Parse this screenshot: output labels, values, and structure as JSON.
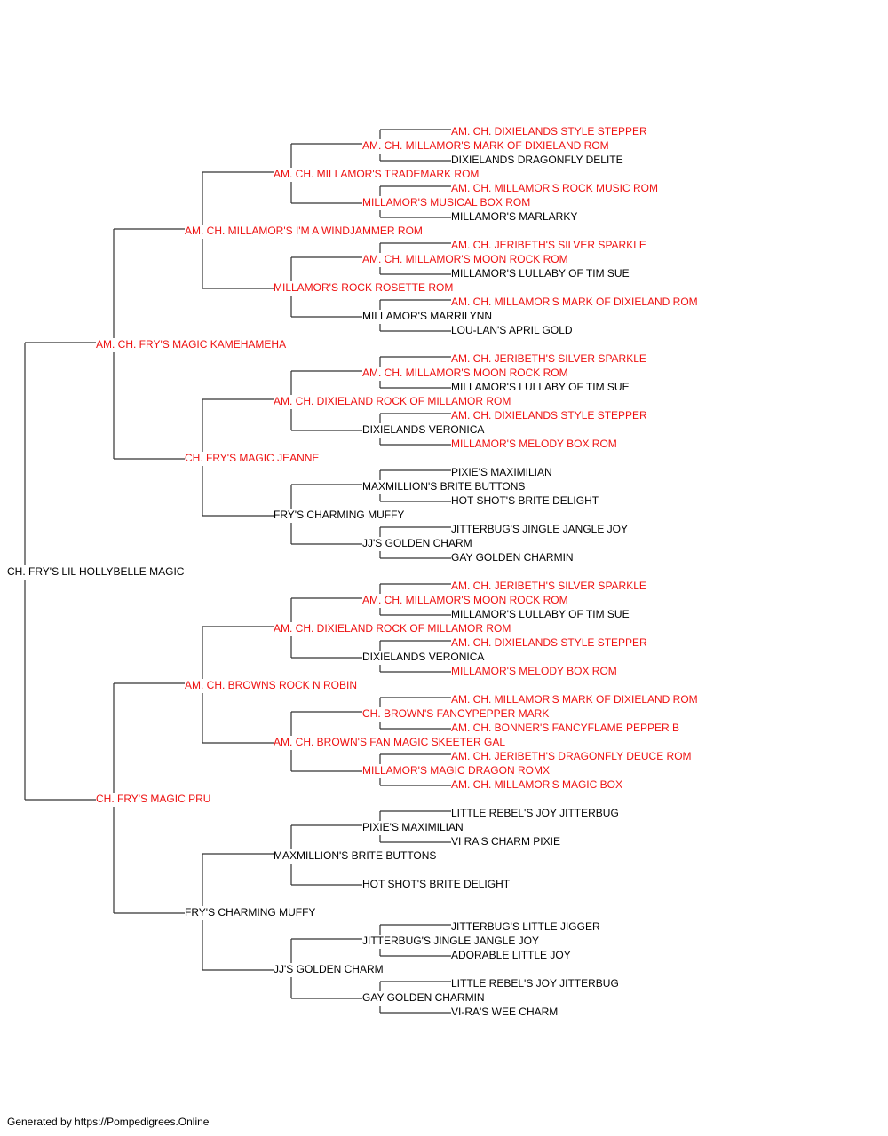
{
  "footer": "Generated by https://Pompedigrees.Online",
  "colors": {
    "champion": "#ee1111",
    "normal": "#000000",
    "line": "#333333"
  },
  "pedigree": {
    "name": "CH. FRY'S LIL HOLLYBELLE MAGIC",
    "champion": false,
    "sire": {
      "name": "AM. CH. FRY'S MAGIC KAMEHAMEHA",
      "champion": true,
      "sire": {
        "name": "AM. CH. MILLAMOR'S I'M A WINDJAMMER ROM",
        "champion": true,
        "sire": {
          "name": "AM. CH. MILLAMOR'S TRADEMARK ROM",
          "champion": true,
          "sire": {
            "name": "AM. CH. MILLAMOR'S MARK OF DIXIELAND ROM",
            "champion": true,
            "sire": {
              "name": "AM. CH. DIXIELANDS STYLE STEPPER",
              "champion": true
            },
            "dam": {
              "name": "DIXIELANDS DRAGONFLY DELITE",
              "champion": false
            }
          },
          "dam": {
            "name": "MILLAMOR'S MUSICAL BOX ROM",
            "champion": true,
            "sire": {
              "name": "AM. CH. MILLAMOR'S ROCK MUSIC ROM",
              "champion": true
            },
            "dam": {
              "name": "MILLAMOR'S MARLARKY",
              "champion": false
            }
          }
        },
        "dam": {
          "name": "MILLAMOR'S ROCK ROSETTE ROM",
          "champion": true,
          "sire": {
            "name": "AM. CH. MILLAMOR'S MOON ROCK ROM",
            "champion": true,
            "sire": {
              "name": "AM. CH. JERIBETH'S SILVER SPARKLE",
              "champion": true
            },
            "dam": {
              "name": "MILLAMOR'S LULLABY OF TIM SUE",
              "champion": false
            }
          },
          "dam": {
            "name": "MILLAMOR'S MARRILYNN",
            "champion": false,
            "sire": {
              "name": "AM. CH. MILLAMOR'S MARK OF DIXIELAND ROM",
              "champion": true
            },
            "dam": {
              "name": "LOU-LAN'S APRIL GOLD",
              "champion": false
            }
          }
        }
      },
      "dam": {
        "name": "CH. FRY'S MAGIC JEANNE",
        "champion": true,
        "sire": {
          "name": "AM. CH. DIXIELAND ROCK OF MILLAMOR ROM",
          "champion": true,
          "sire": {
            "name": "AM. CH. MILLAMOR'S MOON ROCK ROM",
            "champion": true,
            "sire": {
              "name": "AM. CH. JERIBETH'S SILVER SPARKLE",
              "champion": true
            },
            "dam": {
              "name": "MILLAMOR'S LULLABY OF TIM SUE",
              "champion": false
            }
          },
          "dam": {
            "name": "DIXIELANDS VERONICA",
            "champion": false,
            "sire": {
              "name": "AM. CH. DIXIELANDS STYLE STEPPER",
              "champion": true
            },
            "dam": {
              "name": "MILLAMOR'S MELODY BOX ROM",
              "champion": true
            }
          }
        },
        "dam": {
          "name": "FRY'S CHARMING MUFFY",
          "champion": false,
          "sire": {
            "name": "MAXMILLION'S BRITE BUTTONS",
            "champion": false,
            "sire": {
              "name": "PIXIE'S MAXIMILIAN",
              "champion": false
            },
            "dam": {
              "name": "HOT SHOT'S BRITE DELIGHT",
              "champion": false
            }
          },
          "dam": {
            "name": "JJ'S GOLDEN CHARM",
            "champion": false,
            "sire": {
              "name": "JITTERBUG'S JINGLE JANGLE JOY",
              "champion": false
            },
            "dam": {
              "name": "GAY GOLDEN CHARMIN",
              "champion": false
            }
          }
        }
      }
    },
    "dam": {
      "name": "CH. FRY'S MAGIC PRU",
      "champion": true,
      "sire": {
        "name": "AM. CH. BROWNS ROCK N ROBIN",
        "champion": true,
        "sire": {
          "name": "AM. CH. DIXIELAND ROCK OF MILLAMOR ROM",
          "champion": true,
          "sire": {
            "name": "AM. CH. MILLAMOR'S MOON ROCK ROM",
            "champion": true,
            "sire": {
              "name": "AM. CH. JERIBETH'S SILVER SPARKLE",
              "champion": true
            },
            "dam": {
              "name": "MILLAMOR'S LULLABY OF TIM SUE",
              "champion": false
            }
          },
          "dam": {
            "name": "DIXIELANDS VERONICA",
            "champion": false,
            "sire": {
              "name": "AM. CH. DIXIELANDS STYLE STEPPER",
              "champion": true
            },
            "dam": {
              "name": "MILLAMOR'S MELODY BOX ROM",
              "champion": true
            }
          }
        },
        "dam": {
          "name": "AM. CH. BROWN'S FAN MAGIC SKEETER GAL",
          "champion": true,
          "sire": {
            "name": "CH. BROWN'S FANCYPEPPER MARK",
            "champion": true,
            "sire": {
              "name": "AM. CH. MILLAMOR'S MARK OF DIXIELAND ROM",
              "champion": true
            },
            "dam": {
              "name": "AM. CH. BONNER'S FANCYFLAME PEPPER B",
              "champion": true
            }
          },
          "dam": {
            "name": "MILLAMOR'S MAGIC DRAGON ROMX",
            "champion": true,
            "sire": {
              "name": "AM. CH. JERIBETH'S DRAGONFLY DEUCE ROM",
              "champion": true
            },
            "dam": {
              "name": "AM. CH. MILLAMOR'S MAGIC BOX",
              "champion": true
            }
          }
        }
      },
      "dam": {
        "name": "FRY'S CHARMING MUFFY",
        "champion": false,
        "sire": {
          "name": "MAXMILLION'S BRITE BUTTONS",
          "champion": false,
          "sire": {
            "name": "PIXIE'S MAXIMILIAN",
            "champion": false,
            "sire": {
              "name": "LITTLE REBEL'S JOY JITTERBUG",
              "champion": false
            },
            "dam": {
              "name": "VI RA'S CHARM PIXIE",
              "champion": false
            }
          },
          "dam": {
            "name": "HOT SHOT'S BRITE DELIGHT",
            "champion": false
          }
        },
        "dam": {
          "name": "JJ'S GOLDEN CHARM",
          "champion": false,
          "sire": {
            "name": "JITTERBUG'S JINGLE JANGLE JOY",
            "champion": false,
            "sire": {
              "name": "JITTERBUG'S LITTLE JIGGER",
              "champion": false
            },
            "dam": {
              "name": "ADORABLE LITTLE JOY",
              "champion": false
            }
          },
          "dam": {
            "name": "GAY GOLDEN CHARMIN",
            "champion": false,
            "sire": {
              "name": "LITTLE REBEL'S JOY JITTERBUG",
              "champion": false
            },
            "dam": {
              "name": "VI-RA'S WEE CHARM",
              "champion": false
            }
          }
        }
      }
    }
  }
}
